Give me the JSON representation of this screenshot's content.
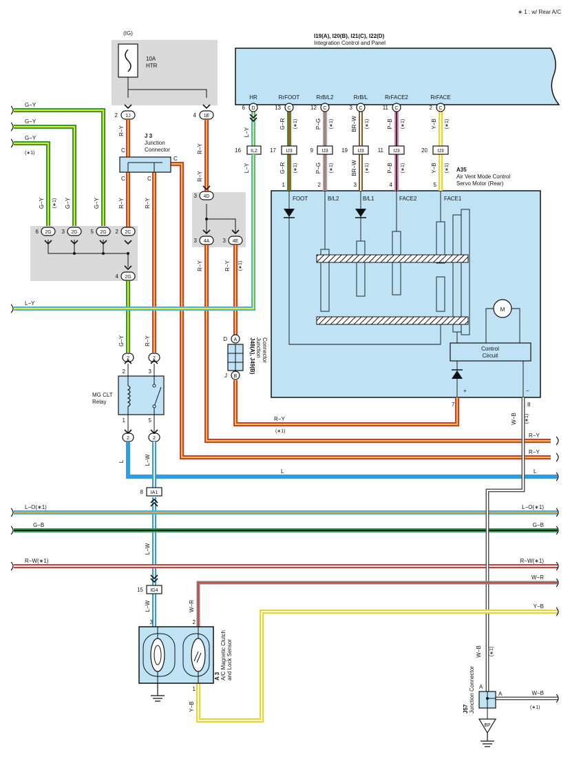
{
  "colors": {
    "gy_outer": "#2aa02a",
    "gy_inner": "#f1e21c",
    "ry_outer": "#e8322c",
    "ry_inner": "#f6d13a",
    "ly_outer": "#43b4e6",
    "ly_inner": "#f4e61e",
    "lw_outer": "#2f9ee0",
    "lw_inner": "#ffffff",
    "lo_outer": "#43b4e6",
    "lo_inner": "#f59e2a",
    "gb_outer": "#22a04a",
    "gb_inner": "#1a1a1a",
    "rw_outer": "#e8322c",
    "rw_inner": "#ffffff",
    "wr_outer": "#888888",
    "wr_inner": "#e8322c",
    "yb_outer": "#f4d31c",
    "yb_inner": "#ffffff",
    "wb_outer": "#555555",
    "wb_inner": "#ffffff",
    "pg_outer": "#e37fb2",
    "pg_inner": "#4aaa4a",
    "brw_outer": "#8b5a2b",
    "brw_inner": "#ffffff",
    "pb_outer": "#e37fb2",
    "pb_inner": "#333333",
    "l_solid": "#2f9ee0",
    "box_fill": "#bfe3f5",
    "gray_fill": "#d9d9d9"
  },
  "note": "∗ 1 : w/ Rear A/C",
  "ig": "(IG)",
  "fuse": {
    "rating": "10A",
    "name": "HTR"
  },
  "icp": {
    "title": "I19(A), I20(B), I21(C), I22(D)",
    "subtitle": "Integration Control and Panel",
    "pins": [
      {
        "label": "HR",
        "pin": "6",
        "conn": "D"
      },
      {
        "label": "RrFOOT",
        "pin": "13",
        "conn": "C"
      },
      {
        "label": "RrB/L2",
        "pin": "12",
        "conn": "C"
      },
      {
        "label": "RrB/L",
        "pin": "3",
        "conn": "C"
      },
      {
        "label": "RrFACE2",
        "pin": "11",
        "conn": "C"
      },
      {
        "label": "RrFACE",
        "pin": "2",
        "conn": "C"
      }
    ]
  },
  "j3": {
    "code": "J 3",
    "name1": "Junction",
    "name2": "Connector",
    "c": "C"
  },
  "a35": {
    "code": "A35",
    "name1": "Air Vent Mode Control",
    "name2": "Servo Motor (Rear)",
    "cols": [
      "FOOT",
      "B/L2",
      "B/L1",
      "FACE2",
      "FACE1"
    ],
    "pins": [
      "1",
      "2",
      "3",
      "4",
      "5"
    ],
    "control1": "Control",
    "control2": "Circuit",
    "motor": "M",
    "plus": "+",
    "minus": "−",
    "pin7": "7",
    "pin8": "8"
  },
  "conns": {
    "ij3": "IJ3",
    "il2": "IL2",
    "ia1": "IA1",
    "ig4": "IG4",
    "b1j": "1J",
    "b1e": "1E",
    "b2g": "2G",
    "b2c": "2C",
    "b4d": "4D",
    "b4a": "4A",
    "b4e": "4E",
    "two": "2",
    "a": "A",
    "b": "B"
  },
  "pinnums": {
    "p1": "1",
    "p2": "2",
    "p3": "3",
    "p4": "4",
    "p5": "5",
    "p6": "6",
    "p8": "8",
    "p9": "9",
    "p11": "11",
    "p15": "15",
    "p16": "16",
    "p17": "17",
    "p19": "19",
    "p20": "20",
    "c": "C",
    "d": "D",
    "j": "J"
  },
  "wires": {
    "gy": "G−Y",
    "ry": "R−Y",
    "ly": "L−Y",
    "gr": "G−R",
    "pg": "P−G",
    "brw": "BR−W",
    "pb": "P−B",
    "yb": "Y−B",
    "l": "L",
    "lw": "L−W",
    "lo": "L−O(∗1)",
    "gb": "G−B",
    "rw": "R−W(∗1)",
    "wr": "W−R",
    "wb": "W−B",
    "star": "(∗1)"
  },
  "relay": {
    "name1": "MG CLT",
    "name2": "Relay"
  },
  "j48": {
    "code": "J48(A), J49(B)",
    "name1": "Junction",
    "name2": "Connector"
  },
  "a3": {
    "code": "A 3",
    "name1": "A/C Magnetic Clutch",
    "name2": "and Lock Sensor"
  },
  "j57": {
    "code": "J57",
    "name1": "Junction Connector"
  },
  "bp": "BP"
}
